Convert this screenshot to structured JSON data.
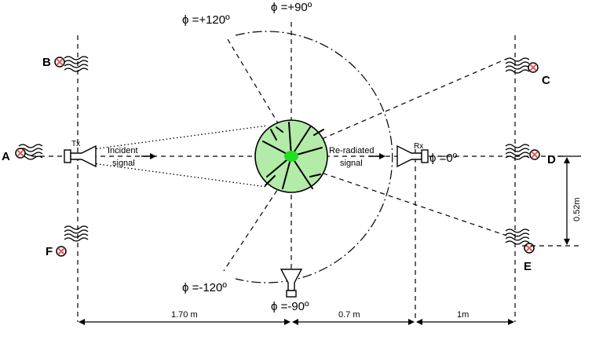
{
  "angles": {
    "plus90": "ϕ =+90º",
    "plus120": "ϕ =+120º",
    "zero": "ϕ =0º",
    "minus120": "ϕ =-120º",
    "minus90": "ϕ =-90º"
  },
  "labels": {
    "tx": "Tx",
    "rx": "Rx",
    "incident_line1": "Incident",
    "incident_line2": "signal",
    "reradiated_line1": "Re-radiated",
    "reradiated_line2": "signal"
  },
  "points": {
    "A": "A",
    "B": "B",
    "C": "C",
    "D": "D",
    "E": "E",
    "F": "F"
  },
  "dimensions": {
    "d1": "1.70 m",
    "d2": "0.7 m",
    "d3": "1m",
    "vertical": "0.52m"
  },
  "colors": {
    "tree_fill": "#b3eba8",
    "tree_core": "#22dd22",
    "marker": "#e06060"
  }
}
